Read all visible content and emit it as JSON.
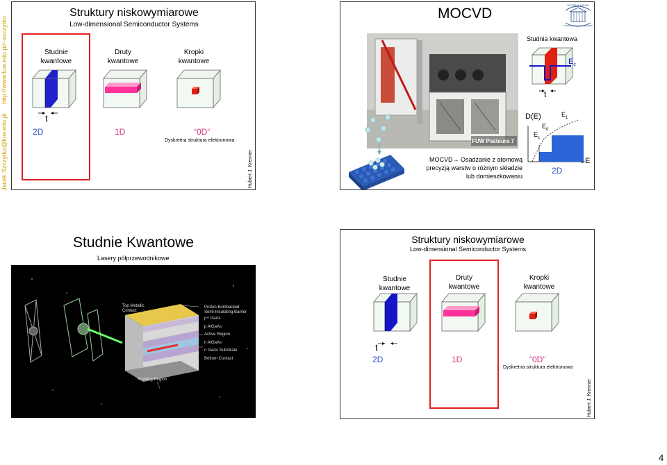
{
  "side_url": "http://www.fuw.edu.pl/~szczytko",
  "side_email": "Jacek.Szczytko@fuw.edu.pl",
  "page_number": "4",
  "author": "Hubert J. Krenner",
  "slide1": {
    "title": "Struktury niskowymiarowe",
    "subtitle": "Low-dimensional Semiconductor Systems",
    "col1": [
      "Studnie",
      "kwantowe"
    ],
    "col2": [
      "Druty",
      "kwantowe"
    ],
    "col3": [
      "Kropki",
      "kwantowe"
    ],
    "t": "t",
    "d2": "2D",
    "d1": "1D",
    "d0": "“0D“",
    "caption": "Dyskretna struktura elektronowa"
  },
  "slide2": {
    "title": "MOCVD",
    "photo_label": "FUW Pasteura 7",
    "desc": [
      "MOCVD→ Osadzanie z atomową",
      "precyzją warstw o różnym składzie",
      "lub domieszkowaniu"
    ],
    "well_title": "Studnia kwantowa",
    "ec": "E",
    "ec_sub": "c",
    "t": "t",
    "de": "D(E)",
    "e0": "E",
    "e0_sub": "0",
    "e1": "E",
    "e1_sub": "1",
    "ec2": "E",
    "ec2_sub": "c",
    "d2": "2D",
    "e_axis": "E",
    "logo_lines": [
      "WYDZIAŁ FIZYKI",
      "UNIWERSYTET WARSZAWSKI"
    ]
  },
  "slide3": {
    "title": "Studnie Kwantowe",
    "subtitle": "Lasery półprzewodnikowe",
    "labels_left": [
      "Top Metallic",
      "Contact"
    ],
    "labels_right": [
      "Proton Bombarded",
      "Semi-Insulating Barrier",
      "p+ GaAs",
      "p AlGaAs",
      "Active Region",
      "n AlGaAs",
      "n GaAs Substrate",
      "Bottom Contact"
    ],
    "emitting": "Emitting Region"
  },
  "slide4": {
    "title": "Struktury niskowymiarowe",
    "subtitle": "Low-dimensional Semiconductor Systems",
    "col1": [
      "Studnie",
      "kwantowe"
    ],
    "col2": [
      "Druty",
      "kwantowe"
    ],
    "col3": [
      "Kropki",
      "kwantowe"
    ],
    "t": "t",
    "d2": "2D",
    "d1": "1D",
    "d0": "“0D“",
    "caption": "Dyskretna struktura elektronowa"
  },
  "colors": {
    "side_text": "#d4a000",
    "highlight": "#e02020",
    "label_blue": "#2a52be",
    "label_pink": "#d63384",
    "well_blue": "#1515c8",
    "wire_pink": "#ff3399",
    "dot_red": "#e02010"
  }
}
